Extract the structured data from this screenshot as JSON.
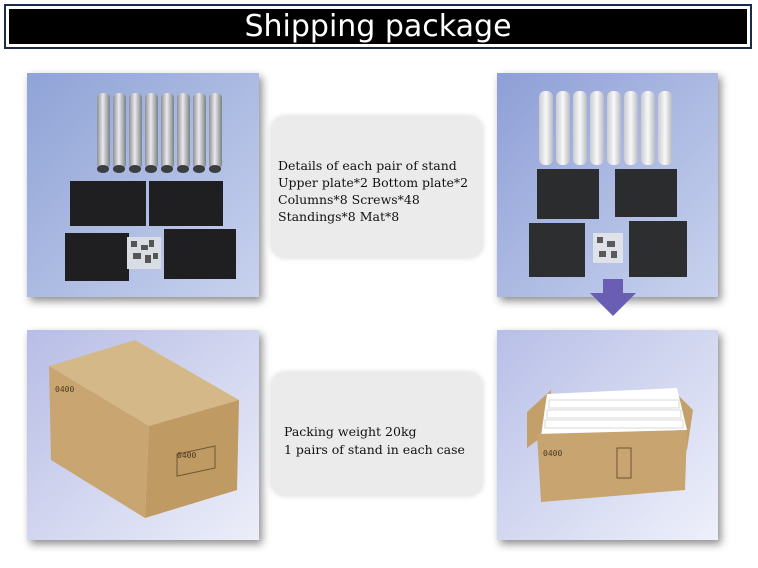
{
  "banner": {
    "title": "Shipping package"
  },
  "details": {
    "lines": [
      "Details of each pair of stand",
      "Upper plate*2 Bottom plate*2",
      "Columns*8  Screws*48",
      "Standings*8  Mat*8"
    ]
  },
  "packing": {
    "lines": [
      "Packing weight 20kg",
      "1 pairs of stand in each case"
    ]
  },
  "box_print": {
    "model_side": "0400",
    "model_front": "0400"
  },
  "colors": {
    "banner_bg": "#000000",
    "banner_text": "#ffffff",
    "arrow": "#6a5db4",
    "cardboard": "#c7a575"
  }
}
